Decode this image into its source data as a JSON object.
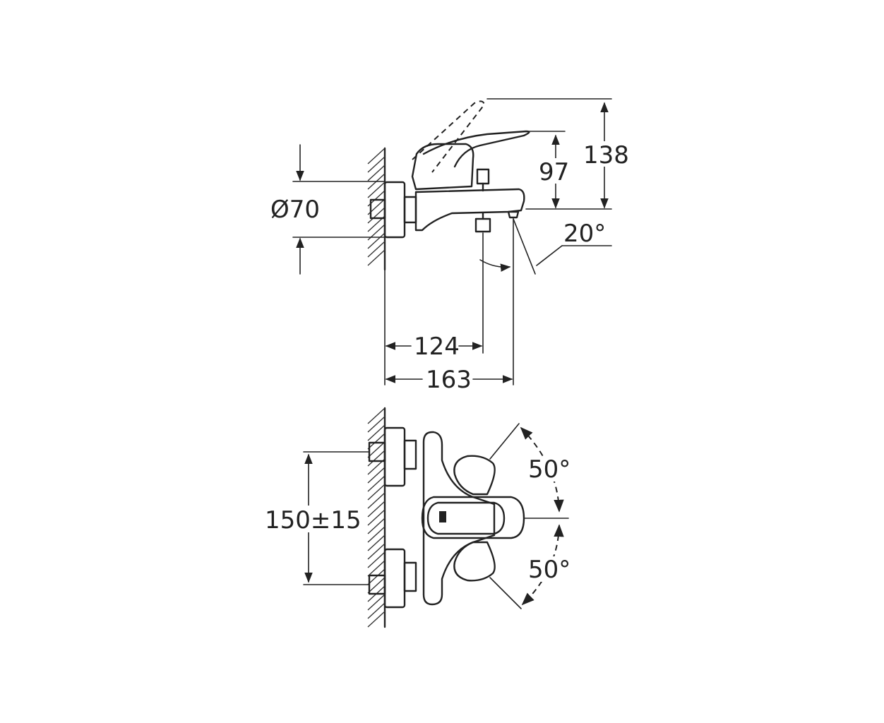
{
  "dimensions": {
    "diameter": "Ø70",
    "height_97": "97",
    "height_138": "138",
    "angle_spout": "20°",
    "length_124": "124",
    "length_163": "163",
    "spacing": "150±15",
    "angle_top": "50°",
    "angle_bottom": "50°"
  },
  "colors": {
    "line": "#222222",
    "background": "#ffffff"
  }
}
